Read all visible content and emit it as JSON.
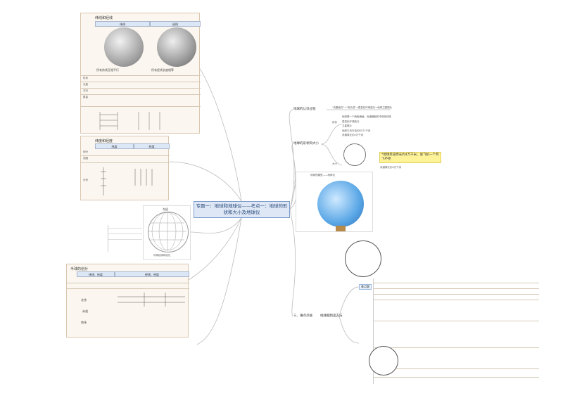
{
  "center": {
    "title": "专题一：地球和地球仪——考点一：地球的形状和大小及地球仪"
  },
  "branches": {
    "knowledge_process": "地球的认识过程",
    "shape_size": "地球的形状和大小",
    "model": "地球的模型——地球仪",
    "key_points": "三、难点点拨",
    "latlon_position": "利用经纬网定位",
    "compare": "经纬网判读方法"
  },
  "knowledge": {
    "chain": "\"天圆地方\"→\"浑天说\"→麦哲伦环球航行→地球卫星照片"
  },
  "shape": {
    "label_shape": "形状",
    "label_size": "大小",
    "items": [
      "地球是一个两极稍扁、赤道略鼓的不规则球体",
      "麦哲伦环球航行",
      "卫星照片",
      "地球平均半径约6371千米",
      "赤道周长约4万千米",
      "表面积约5.1亿平方千米"
    ],
    "highlight": "*地球赤道周长约4万千米，坐飞机一个月飞不完",
    "note": "赤道周长约4万千米"
  },
  "model": {
    "caption": "地球的模型——地球仪"
  },
  "card_meridian": {
    "title": "纬线和经线",
    "col_lat": "纬线",
    "col_lon": "经线",
    "rows": [
      "形状",
      "长度",
      "方向",
      "数量"
    ],
    "desc_lat": "所有纬线互相平行",
    "desc_lon": "所有经线长度相等"
  },
  "card_degree": {
    "title": "纬度和经度",
    "col_lat": "纬度",
    "col_lon": "经度",
    "row1": "划分",
    "row2": "范围",
    "row3": "分布"
  },
  "card_position": {
    "title": "东经",
    "caption": "利用经纬网定位"
  },
  "card_hemisphere": {
    "title": "半球的划分",
    "col_a": "纬线、纬度",
    "col_b": "经线、经度",
    "north": "北纬",
    "south": "南纬",
    "equator": "赤道"
  },
  "labels": {
    "key_point_tag": "难点题"
  },
  "colors": {
    "center_fill": "#dde7f6",
    "line": "#b9b9b9",
    "highlight": "#fff39a"
  }
}
